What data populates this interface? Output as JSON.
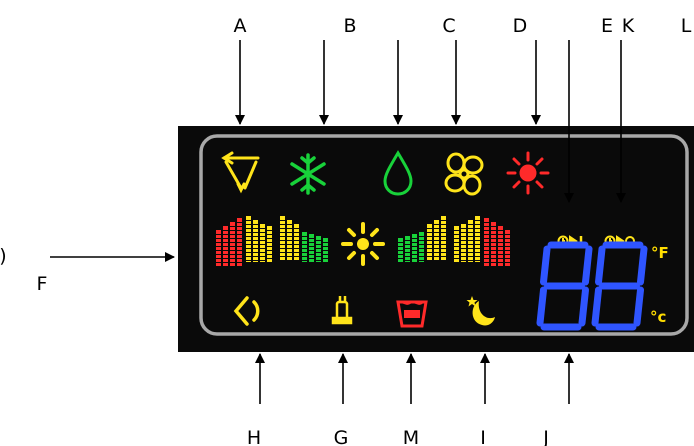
{
  "labels": {
    "a": "A",
    "b": "B",
    "c": "C",
    "d": "D",
    "e": "E",
    "k": "K",
    "l": "L",
    "f": "F",
    "h": "H",
    "g": "G",
    "m": "M",
    "i": "I",
    "j": "J",
    "paren": ")"
  },
  "units": {
    "fahrenheit": "°F",
    "celsius": "°c"
  },
  "icons": {
    "a": "auto-mode-icon",
    "b": "snowflake-cool-icon",
    "c": "droplet-dry-icon",
    "d": "fan-icon",
    "e": "sun-heat-icon",
    "timer_on": "timer-on-icon",
    "timer_off": "timer-off-icon",
    "h": "swing-icon",
    "g": "cartridge-icon",
    "m": "wash-tank-icon",
    "i": "moon-sleep-icon",
    "j": "seven-segment-display"
  },
  "colors": {
    "panel": "#0a0a0a",
    "frame": "#a8a8a8",
    "yellow": "#ffe41a",
    "green": "#18d23a",
    "red": "#ff2a2a",
    "blue": "#2f55ff"
  }
}
